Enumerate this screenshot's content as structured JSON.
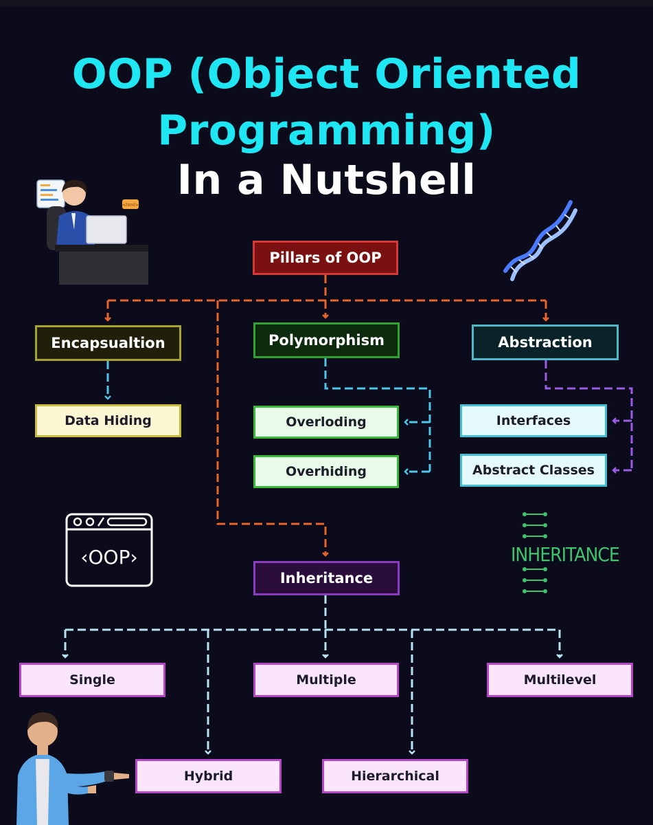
{
  "title": {
    "line1": "OOP (Object Oriented",
    "line2": "Programming)",
    "line3": "In a Nutshell"
  },
  "root": {
    "label": "Pillars of OOP"
  },
  "pillars": {
    "encapsulation": "Encapsualtion",
    "polymorphism": "Polymorphism",
    "abstraction": "Abstraction",
    "inheritance": "Inheritance"
  },
  "encapsulation_children": [
    "Data Hiding"
  ],
  "polymorphism_children": [
    "Overloding",
    "Overhiding"
  ],
  "abstraction_children": [
    "Interfaces",
    "Abstract Classes"
  ],
  "inheritance_children": [
    "Single",
    "Multiple",
    "Multilevel",
    "Hybrid",
    "Hierarchical"
  ],
  "decor": {
    "oop_icon_text": "‹OOP›",
    "inheritance_logo": "INHERITANCE",
    "laptop_tag": "<html>"
  },
  "colors": {
    "title_cyan": "#1ee6f2",
    "connector_orange": "#e8662a",
    "connector_blue": "#4fc6e8",
    "connector_purple": "#9b5de5",
    "connector_lightblue": "#b8e2f2"
  }
}
